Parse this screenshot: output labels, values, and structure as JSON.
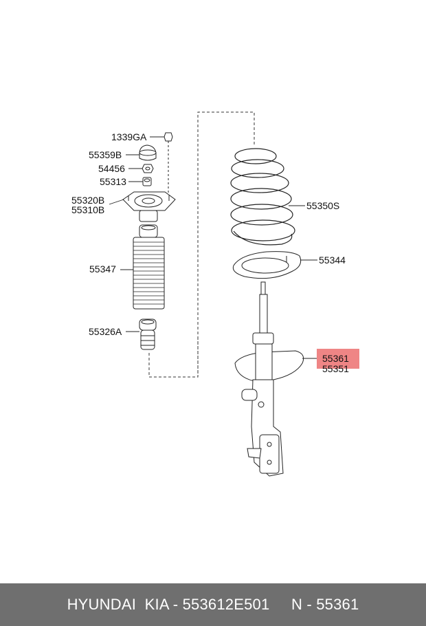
{
  "parts": {
    "p1339ga": "1339GA",
    "p55359b": "55359B",
    "p54456": "54456",
    "p55313": "55313",
    "p55320b": "55320B",
    "p55310b": "55310B",
    "p55347": "55347",
    "p55326a": "55326A",
    "p55350s": "55350S",
    "p55344": "55344",
    "p55361": "55361",
    "p55351": "55351"
  },
  "highlight": {
    "part": "55361",
    "color": "#ef8585"
  },
  "footer": {
    "text": "HYUNDAI  KIA - 553612E501     N - 55361",
    "background": "#6f6f6f"
  }
}
